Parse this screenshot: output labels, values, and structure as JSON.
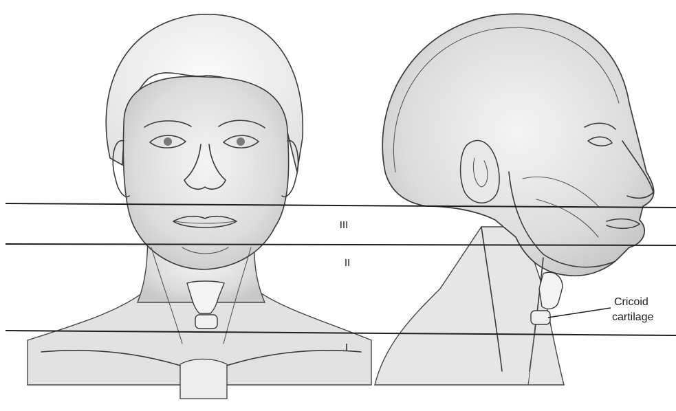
{
  "zones": {
    "upper": "III",
    "middle": "II",
    "lower": "I"
  },
  "callout": {
    "line1": "Cricoid",
    "line2": "cartilage"
  },
  "colors": {
    "ink": "#1e1e1e",
    "shade": "#d9d9d9",
    "background": "#ffffff"
  }
}
